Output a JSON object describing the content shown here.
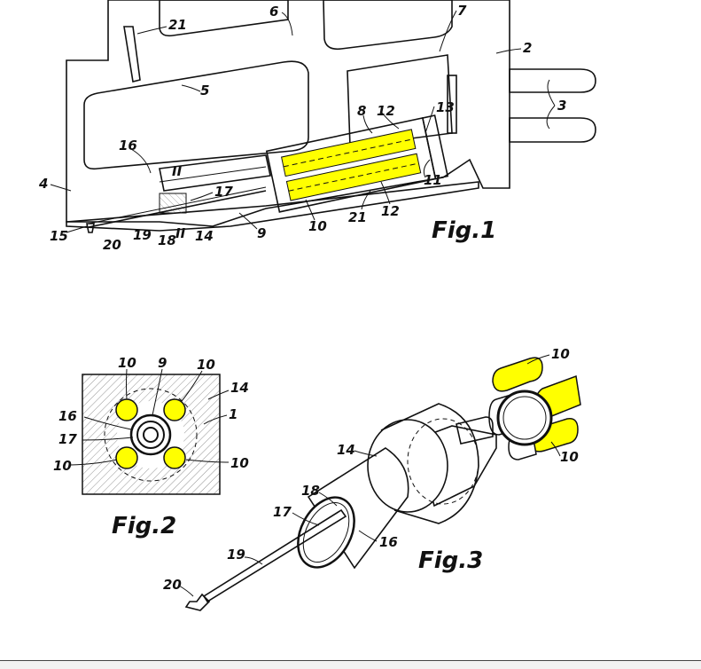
{
  "colors": {
    "ink": "#111111",
    "highlight": "#ffff00",
    "highlight_dark": "#d4c400",
    "hatch": "#777777"
  },
  "figures": {
    "fig1": {
      "caption": "Fig.1",
      "labels": {
        "l21a": "21",
        "l6": "6",
        "l7": "7",
        "l2": "2",
        "l3": "3",
        "l5": "5",
        "l8": "8",
        "l12a": "12",
        "l13": "13",
        "l16": "16",
        "lII_top": "II",
        "l4": "4",
        "l17": "17",
        "l11": "11",
        "l12b": "12",
        "l21b": "21",
        "l10": "10",
        "l9": "9",
        "l14": "14",
        "lII_bot": "II",
        "l18": "18",
        "l19": "19",
        "l20": "20",
        "l15": "15"
      }
    },
    "fig2": {
      "caption": "Fig.2",
      "labels": {
        "l10a": "10",
        "l9": "9",
        "l10b": "10",
        "l14": "14",
        "l1": "1",
        "l16": "16",
        "l17": "17",
        "l10c": "10",
        "l10d": "10"
      }
    },
    "fig3": {
      "caption": "Fig.3",
      "labels": {
        "l10a": "10",
        "l10b": "10",
        "l14": "14",
        "l18": "18",
        "l17": "17",
        "l16": "16",
        "l19": "19",
        "l20": "20"
      }
    }
  }
}
